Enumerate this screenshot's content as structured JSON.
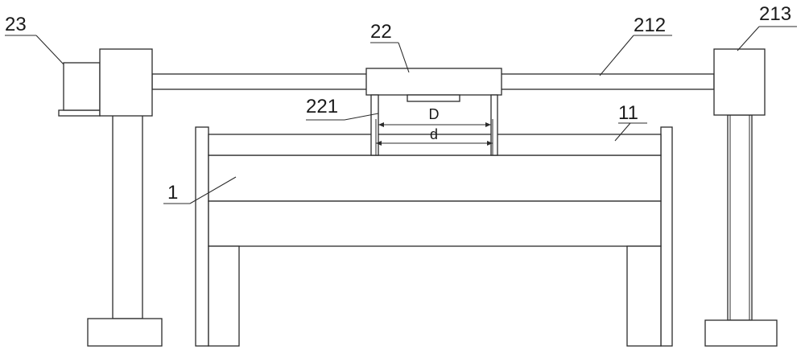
{
  "labels": {
    "l23": "23",
    "l22": "22",
    "l212": "212",
    "l213": "213",
    "l221": "221",
    "l11": "11",
    "l1": "1"
  },
  "dimensions": {
    "outer": "D",
    "inner": "d"
  }
}
